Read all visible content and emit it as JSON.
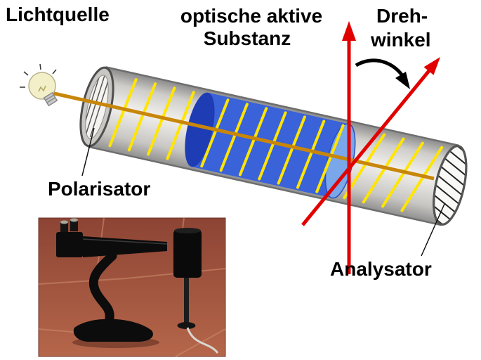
{
  "labels": {
    "lichtquelle": "Lichtquelle",
    "substanz_line1": "optische aktive",
    "substanz_line2": "Substanz",
    "drehwinkel_line1": "Dreh-",
    "drehwinkel_line2": "winkel",
    "polarisator": "Polarisator",
    "analysator": "Analysator"
  },
  "colors": {
    "background": "#ffffff",
    "text": "#000000",
    "beam_orange": "#c8860a",
    "polarization_yellow": "#ffe500",
    "substance_blue_body": "#3a62d9",
    "substance_blue_dark": "#1e3cb4",
    "substance_blue_light": "#7aa6ea",
    "tube_gray": "#c9c7c3",
    "arrow_red": "#e10000",
    "rotation_arrow": "#000000",
    "photo_floor_brown": "#a0503a"
  }
}
